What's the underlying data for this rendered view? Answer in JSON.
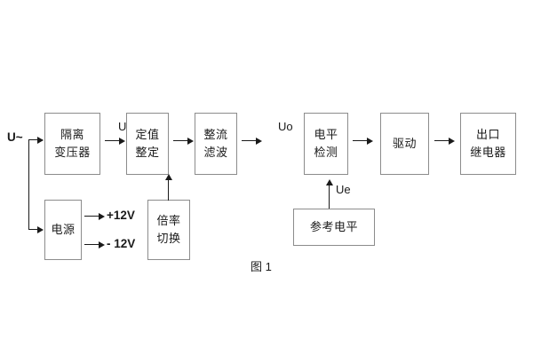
{
  "figure": {
    "caption": "图 1",
    "title_text": "图 1"
  },
  "colors": {
    "block_border": "#8c8c8c",
    "connector": "#1a1a1a",
    "text": "#1a1a1a",
    "background": "#ffffff"
  },
  "blocks": [
    {
      "id": "isolation-transformer",
      "line1": "隔离",
      "line2": "变压器"
    },
    {
      "id": "setting-value",
      "line1": "定值",
      "line2": "整定"
    },
    {
      "id": "rectify-filter",
      "line1": "整流",
      "line2": "滤波"
    },
    {
      "id": "level-detection",
      "line1": "电平",
      "line2": "检测"
    },
    {
      "id": "driver",
      "line1": "驱动",
      "line2": ""
    },
    {
      "id": "output-relay",
      "line1": "出口",
      "line2": "继电器"
    },
    {
      "id": "power-supply",
      "line1": "电源",
      "line2": ""
    },
    {
      "id": "multiplier-switch",
      "line1": "倍率",
      "line2": "切换"
    },
    {
      "id": "reference-level",
      "line1": "参考电平",
      "line2": ""
    }
  ],
  "signals": {
    "input_source": "U~",
    "ui": "Ui",
    "uo": "Uo",
    "ue": "Ue",
    "rail_positive": "+12V",
    "rail_negative": "- 12V"
  }
}
